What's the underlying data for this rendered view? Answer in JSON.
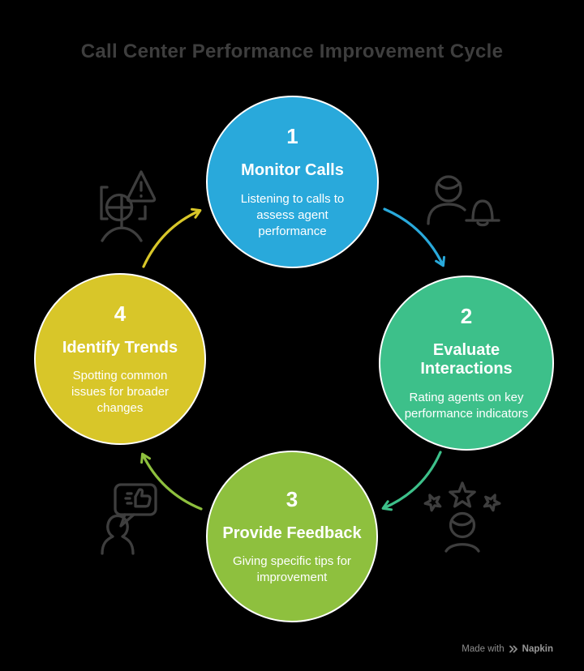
{
  "title": "Call Center Performance Improvement Cycle",
  "steps": [
    {
      "number": "1",
      "title": "Monitor Calls",
      "description": "Listening to calls to\nassess agent\nperformance",
      "color": "#29A9DB"
    },
    {
      "number": "2",
      "title": "Evaluate\nInteractions",
      "description": "Rating agents on key\nperformance indicators",
      "color": "#3DC08A"
    },
    {
      "number": "3",
      "title": "Provide Feedback",
      "description": "Giving specific tips for\nimprovement",
      "color": "#8EC03E"
    },
    {
      "number": "4",
      "title": "Identify Trends",
      "description": "Spotting common\nissues for broader\nchanges",
      "color": "#D8C629"
    }
  ],
  "icons": {
    "top_left": "agent-focus-alert-icon",
    "top_right": "person-notification-bell-icon",
    "bottom_right": "person-rating-stars-icon",
    "bottom_left": "feedback-speech-bubble-icon",
    "watermark": "napkin-logo-icon"
  },
  "watermark": {
    "prefix": "Made with",
    "brand": "Napkin"
  },
  "colors": {
    "background": "#000000",
    "title_text": "#3E3E3E",
    "circle_text": "#FFFFFF",
    "circle_border": "#FFFFFF",
    "icon_stroke": "#3E3E3E",
    "watermark_text": "#8D8D8D"
  }
}
